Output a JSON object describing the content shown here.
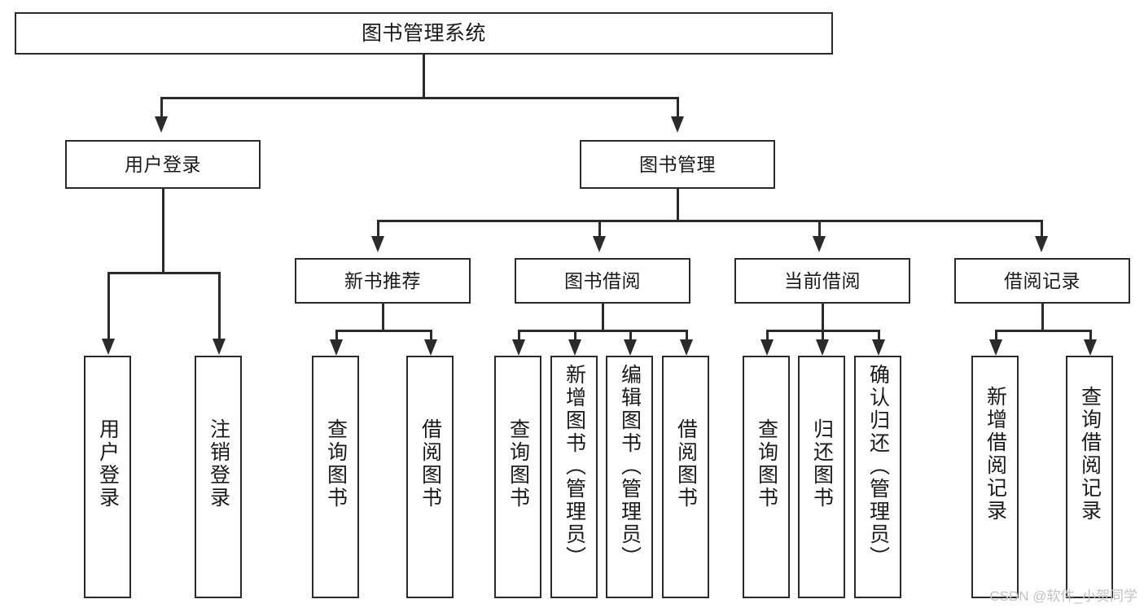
{
  "diagram": {
    "type": "tree",
    "title": "图书管理系统",
    "root": {
      "label": "图书管理系统"
    },
    "level1": [
      {
        "label": "用户登录"
      },
      {
        "label": "图书管理"
      }
    ],
    "level2": [
      {
        "label": "新书推荐"
      },
      {
        "label": "图书借阅"
      },
      {
        "label": "当前借阅"
      },
      {
        "label": "借阅记录"
      }
    ],
    "leaves": {
      "user_login": [
        {
          "label": "用户登录"
        },
        {
          "label": "注销登录"
        }
      ],
      "new_book": [
        {
          "label": "查询图书"
        },
        {
          "label": "借阅图书"
        }
      ],
      "book_borrow": [
        {
          "label": "查询图书"
        },
        {
          "label": "新增图书（管理员）"
        },
        {
          "label": "编辑图书（管理员）"
        },
        {
          "label": "借阅图书"
        }
      ],
      "current_borrow": [
        {
          "label": "查询图书"
        },
        {
          "label": "归还图书"
        },
        {
          "label": "确认归还（管理员）"
        }
      ],
      "borrow_record": [
        {
          "label": "新增借阅记录"
        },
        {
          "label": "查询借阅记录"
        }
      ]
    }
  },
  "watermark": {
    "text": "CSDN @软件_小贺同学"
  },
  "colors": {
    "stroke": "#2b2b2b",
    "background": "#ffffff",
    "text": "#1a1a1a",
    "watermark": "#c2c2c2"
  }
}
